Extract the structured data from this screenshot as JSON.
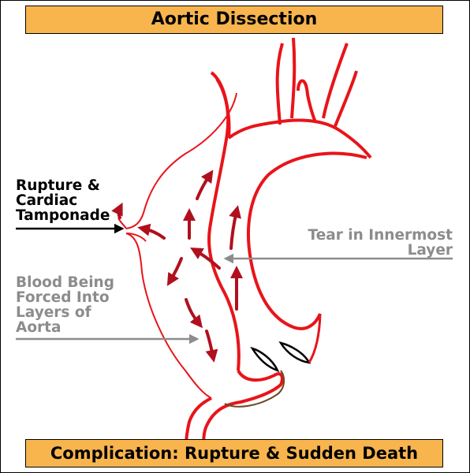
{
  "title": "Aortic Dissection",
  "footer": "Complication: Rupture & Sudden Death",
  "labels": {
    "rupture": "Rupture &\nCardiac\nTamponade",
    "tear": "Tear in Innermost\nLayer",
    "blood": "Blood Being\nForced Into\nLayers of\nAorta"
  },
  "colors": {
    "banner": "#f8b54e",
    "vessel": "#e8141a",
    "flow_arrow": "#b0101e",
    "callout_gray": "#8c8c8c",
    "callout_black": "#000000",
    "valve_edge": "#6b4a20"
  }
}
